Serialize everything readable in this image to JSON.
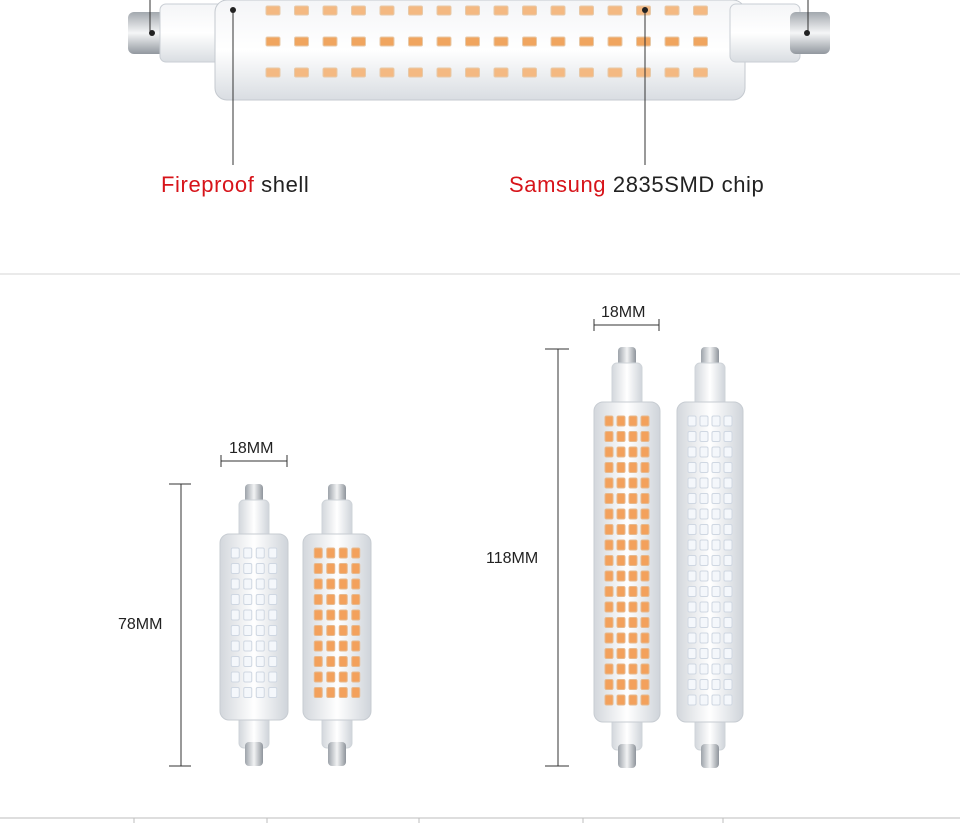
{
  "top_section": {
    "label_left": {
      "highlight": "Fireproof",
      "rest": " shell"
    },
    "label_right": {
      "highlight": "Samsung",
      "rest": " 2835SMD chip"
    }
  },
  "bottom_section": {
    "small_pair": {
      "width_label": "18MM",
      "length_label": "78MM"
    },
    "large_pair": {
      "width_label": "18MM",
      "length_label": "118MM"
    }
  },
  "colors": {
    "accent": "#d7141a",
    "text": "#222222",
    "warm_chip": "#f3a15c",
    "cool_chip": "#f4f7fb"
  }
}
